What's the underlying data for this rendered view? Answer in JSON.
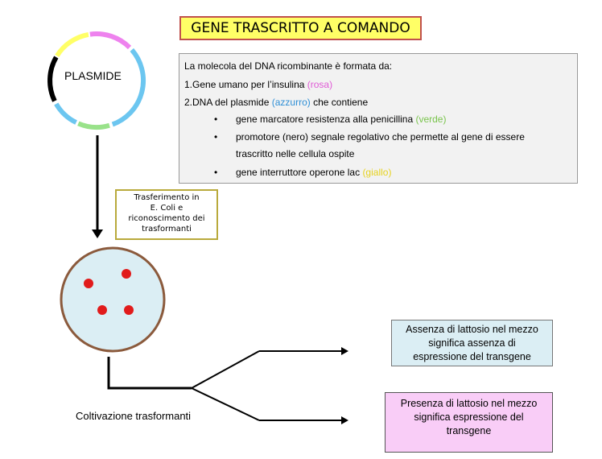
{
  "title": "GENE TRASCRITTO A COMANDO",
  "plasmid": {
    "label": "PLASMIDE",
    "colors": {
      "insulin_gene": "#ee82ee",
      "plasmid_dna": "#6cc6f0",
      "resistance_marker": "#99e28a",
      "promoter": "#000000",
      "operon_lac": "#ffff66"
    }
  },
  "info": {
    "heading": "La molecola del DNA ricombinante è formata da:",
    "item1_text": "1.Gene umano per l’insulina ",
    "item1_color_word": "(rosa)",
    "item2_text": "2.DNA del plasmide ",
    "item2_color_word": "(azzurro)",
    "item2_suffix": " che contiene",
    "bullets": [
      {
        "mark": "•",
        "text": "gene marcatore resistenza alla penicillina ",
        "color_word": "(verde)"
      },
      {
        "mark": "•",
        "text": "promotore (nero) segnale regolativo che permette al gene di essere",
        "continuation": "trascritto nelle cellula ospite"
      },
      {
        "mark": "•",
        "text": "gene interruttore operone lac  ",
        "color_word": "(giallo)"
      }
    ]
  },
  "transfer": {
    "lines": [
      "Trasferimento in",
      "E. Coli e",
      "riconoscimento dei",
      "trasformanti"
    ]
  },
  "petri_dish": {
    "fill": "#dbeef4",
    "border": "#8b5a3c",
    "colonies": 4,
    "colony_color": "#e11b1b"
  },
  "cultivation_label": "Coltivazione trasformanti",
  "outcomes": {
    "absence": [
      "Assenza di lattosio nel mezzo",
      "significa assenza di",
      "espressione del transgene"
    ],
    "presence": [
      "Presenza di lattosio nel mezzo",
      "significa espressione del",
      "transgene"
    ]
  }
}
